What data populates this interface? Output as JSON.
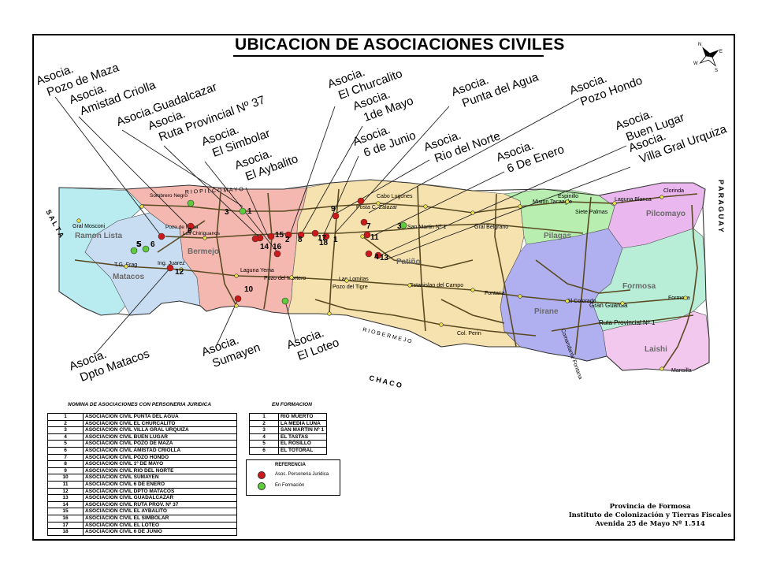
{
  "title": "UBICACION DE ASOCIACIONES CIVILES",
  "compass": {
    "n": "N",
    "s": "S",
    "e": "E",
    "w": "W"
  },
  "callouts": [
    {
      "l1": "Asocia.",
      "l2": "Pozo de Maza"
    },
    {
      "l1": "Asocia.",
      "l2": "Amistad Criolla"
    },
    {
      "l1": "Asocia.Guadalcazar",
      "l2": ""
    },
    {
      "l1": "Asocia.",
      "l2": "Ruta Provincial Nº 37"
    },
    {
      "l1": "Asocia.",
      "l2": "El Simbolar"
    },
    {
      "l1": "Asocia.",
      "l2": "El Aybalito"
    },
    {
      "l1": "Asocia.",
      "l2": "El Churcalito"
    },
    {
      "l1": "Asocia.",
      "l2": "1de Mayo"
    },
    {
      "l1": "Asocia.",
      "l2": "6 de Junio"
    },
    {
      "l1": "Asocia.",
      "l2": "Punta del Agua"
    },
    {
      "l1": "Asocia.",
      "l2": "Rio del Norte"
    },
    {
      "l1": "Asocia.",
      "l2": "Pozo Hondo"
    },
    {
      "l1": "Asocia.",
      "l2": "6 De Enero"
    },
    {
      "l1": "Asocia.",
      "l2": "Buen Lugar"
    },
    {
      "l1": "Asocia.",
      "l2": "Villa Gral Urquiza"
    },
    {
      "l1": "Asocia.",
      "l2": "Dpto Matacos"
    },
    {
      "l1": "Asocia.",
      "l2": "Sumayen"
    },
    {
      "l1": "Asocia.",
      "l2": "El Loteo"
    }
  ],
  "departments": {
    "ramon_lista": "Ramon Lista",
    "matacos": "Matacos",
    "bermejo": "Bermejo",
    "patino": "Patiño",
    "pilagas": "Pilagas",
    "pilcomayo": "Pilcomayo",
    "pirane": "Pirane",
    "formosa": "Formosa",
    "laishi": "Laishi"
  },
  "borders": {
    "salta": "S A L T A",
    "chaco": "C H A C O",
    "paraguay": "P A R A G U A Y",
    "rio_pilcomayo": "R I O   P I L C O M A Y O",
    "rio_bermejo": "R I O   B E R M E J O"
  },
  "places": [
    "Cabo Lugones",
    "Posta C. Zalazar",
    "San Martin Nº 1",
    "Gral Belgrano",
    "Mision Tacaagle",
    "Siete Palmas",
    "Clorinda",
    "Espinillo",
    "Laguna Blanca",
    "Gral Mosconi",
    "Pozo de Maza",
    "Los Chiriguanos",
    "Ing. Juarez",
    "Laguna Yema",
    "Las Lomitas",
    "Pozo del Tigre",
    "Estanislao del Campo",
    "Fontana",
    "Gran Guardia",
    "Ruta Provincial Nº 1",
    "Mansilla",
    "El Colorado",
    "Formosa",
    "T.G. Frag",
    "Pozo del Mortero",
    "Col. Perin",
    "Comandante Fontana",
    "Sombrero Negro"
  ],
  "map_numbers": [
    "1",
    "2",
    "3",
    "4",
    "5",
    "6",
    "7",
    "8",
    "9",
    "10",
    "11",
    "12",
    "13",
    "14",
    "15",
    "16",
    "17",
    "18",
    "1",
    "3",
    "5",
    "6"
  ],
  "table_a": {
    "header": "NOMINA DE ASOCIACIONES CON PERSONERIA JURIDICA",
    "rows": [
      {
        "n": "1",
        "name": "ASOCIACION CIVIL PUNTA DEL AGUA"
      },
      {
        "n": "2",
        "name": "ASOCIACION CIVIL EL CHURCALITO"
      },
      {
        "n": "3",
        "name": "ASOCIACION CIVIL VILLA GRAL URQUIZA"
      },
      {
        "n": "4",
        "name": "ASOCIACION CIVIL BUEN LUGAR"
      },
      {
        "n": "5",
        "name": "ASOCIACION CIVIL POZO DE MAZA"
      },
      {
        "n": "6",
        "name": "ASOCIACION CIVIL AMISTAD CRIOLLA"
      },
      {
        "n": "7",
        "name": "ASOCIACION CIVIL POZO HONDO"
      },
      {
        "n": "8",
        "name": "ASOCIACION CIVIL 1º DE MAYO"
      },
      {
        "n": "9",
        "name": "ASOCIACION CIVIL RIO DEL NORTE"
      },
      {
        "n": "10",
        "name": "ASOCIACION CIVIL SUMAYEN"
      },
      {
        "n": "11",
        "name": "ASOCIACION CIVIL 6 DE ENERO"
      },
      {
        "n": "12",
        "name": "ASOCIACION CIVIL DPTO MATACOS"
      },
      {
        "n": "13",
        "name": "ASOCIACION CIVIL GUADALCAZAR"
      },
      {
        "n": "14",
        "name": "ASOCIACION CIVIL RUTA PROV. Nº 37"
      },
      {
        "n": "15",
        "name": "ASOCIACION CIVIL EL AYBALITO"
      },
      {
        "n": "16",
        "name": "ASOCIACION CIVIL EL SIMBOLAR"
      },
      {
        "n": "17",
        "name": "ASOCIACION CIVIL EL LOTEO"
      },
      {
        "n": "18",
        "name": "ASOCIACION CIVIL 6 DE JUNIO"
      }
    ]
  },
  "table_b": {
    "header": "EN FORMACION",
    "rows": [
      {
        "n": "1",
        "name": "RIO MUERTO"
      },
      {
        "n": "2",
        "name": "LA MEDIA LUNA"
      },
      {
        "n": "3",
        "name": "SAN MARTIN Nº 1"
      },
      {
        "n": "4",
        "name": "EL TASTAS"
      },
      {
        "n": "5",
        "name": "EL ROSILLO"
      },
      {
        "n": "6",
        "name": "EL TOTORAL"
      }
    ]
  },
  "reference": {
    "header": "REFERENCIA",
    "juridica": "Asoc. Personeria Juridica",
    "formacion": "En Formación",
    "red": "#cc1a1a",
    "green": "#5ccb3c"
  },
  "institution": {
    "l1": "Provincia de Formosa",
    "l2": "Instituto de Colonización y Tierras Fiscales",
    "l3": "Avenida 25 de Mayo Nº 1.514"
  },
  "colors": {
    "ramon_lista": "#c8ddf2",
    "salta_strip": "#b8ecf0",
    "bermejo": "#f4b8b0",
    "patino": "#f6e2ae",
    "pilagas": "#b8eeb0",
    "pilcomayo": "#eab8ee",
    "pirane": "#b0b0f0",
    "formosa": "#b8eed8",
    "laishi": "#f2c8ee",
    "road": "#5a4a22"
  }
}
